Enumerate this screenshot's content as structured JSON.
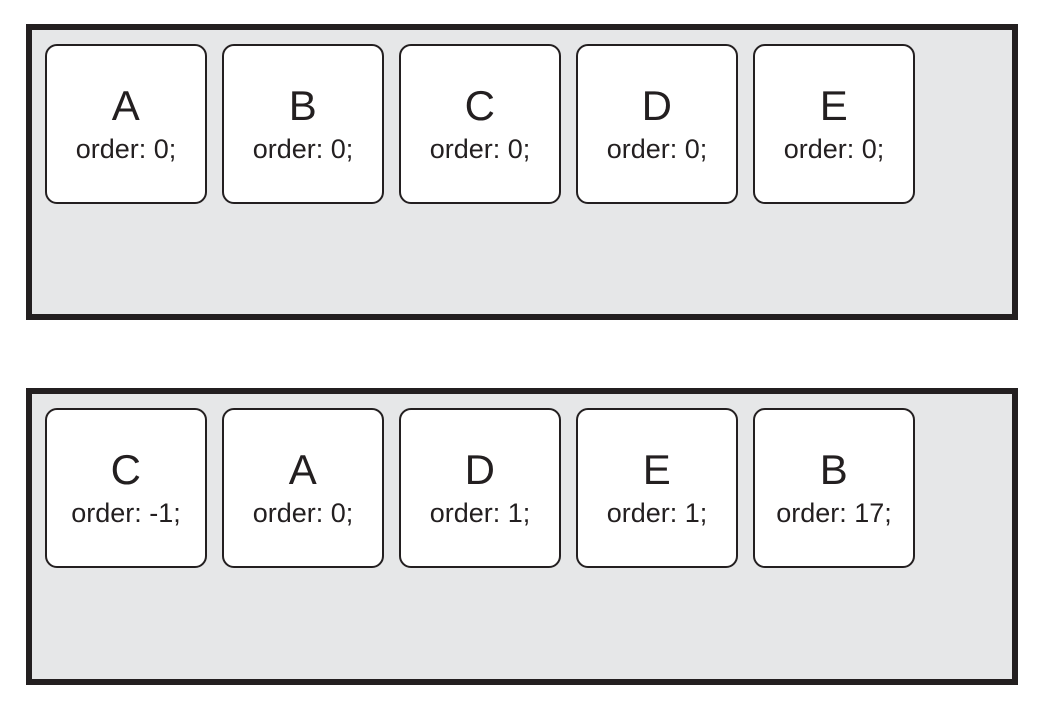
{
  "colors": {
    "page_bg": "#ffffff",
    "container_bg": "#e6e7e8",
    "border_and_text": "#231f20",
    "box_bg": "#ffffff"
  },
  "containers": [
    {
      "name": "flex-container-default-order",
      "items": [
        {
          "letter": "A",
          "order_label": "order: 0;"
        },
        {
          "letter": "B",
          "order_label": "order: 0;"
        },
        {
          "letter": "C",
          "order_label": "order: 0;"
        },
        {
          "letter": "D",
          "order_label": "order: 0;"
        },
        {
          "letter": "E",
          "order_label": "order: 0;"
        }
      ]
    },
    {
      "name": "flex-container-custom-order",
      "items": [
        {
          "letter": "C",
          "order_label": "order: -1;"
        },
        {
          "letter": "A",
          "order_label": "order: 0;"
        },
        {
          "letter": "D",
          "order_label": "order: 1;"
        },
        {
          "letter": "E",
          "order_label": "order: 1;"
        },
        {
          "letter": "B",
          "order_label": "order: 17;"
        }
      ]
    }
  ]
}
